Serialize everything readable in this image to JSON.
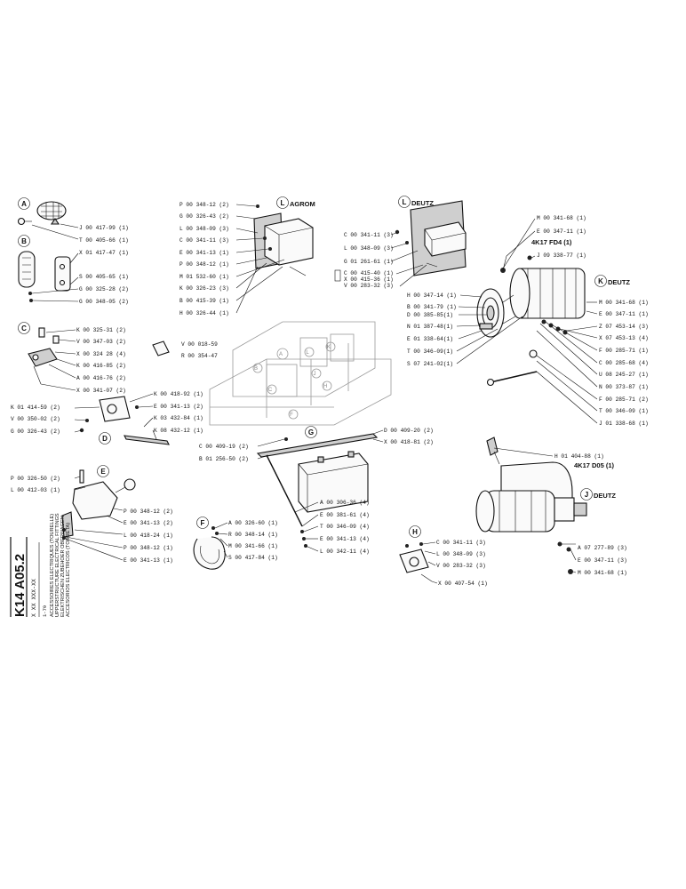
{
  "callout_letters": [
    "A",
    "B",
    "C",
    "D",
    "E",
    "F",
    "G",
    "H",
    "J",
    "K",
    "L",
    "L"
  ],
  "brand_labels": [
    "AGROM",
    "DEUTZ",
    "DEUTZ",
    "DEUTZ"
  ],
  "model_labels": [
    "4K17 FD4 (1)",
    "4K17 D05 (1)"
  ],
  "parts": {
    "A": [
      "J 00 417-99 (1)",
      "T 00 405-66 (1)"
    ],
    "B": [
      "X 01 417-47 (1)",
      "S 00 405-65 (1)",
      "G 00 325-28 (2)",
      "G 00 348-05 (2)"
    ],
    "C": [
      "K 00 325-31 (2)",
      "V 00 347-03 (2)",
      "X 00 324 28 (4)",
      "K 00 416-85 (2)",
      "A 00 416-76 (2)",
      "X 00 341-07 (2)"
    ],
    "D": [
      "K 00 418-92 (1)",
      "K 01 414-59 (2)",
      "V 00 350-02 (2)",
      "G 00 326-43 (2)",
      "E 00 341-13 (2)",
      "K 03 432-84 (1)",
      "K 08 432-12 (1)"
    ],
    "E": [
      "P 00 326-50 (2)",
      "L 00 412-03 (1)",
      "P 00 348-12 (2)",
      "E 00 341-13 (2)",
      "L 00 418-24 (1)",
      "P 00 348-12 (1)",
      "E 00 341-13 (1)"
    ],
    "F": [
      "A 00 326-60 (1)",
      "R 00 348-14 (1)",
      "M 00 341-66 (1)",
      "S 00 417-84 (1)"
    ],
    "G": [
      "C 00 409-19 (2)",
      "B 01 256-50 (2)",
      "D 00 409-20 (2)",
      "X 00 418-81 (2)",
      "A 00 306-36 (4)",
      "E 00 381-61 (4)",
      "T 00 346-09 (4)",
      "E 00 341-13 (4)",
      "L 00 342-11 (4)"
    ],
    "H": [
      "C 00 341-11 (3)",
      "L 00 348-09 (3)",
      "V 00 283-32 (3)",
      "X 00 407-54 (1)"
    ],
    "misc": [
      "V 00 018-59",
      "R 00 354-47"
    ],
    "L_agrom": [
      "P 00 348-12 (2)",
      "G 00 326-43 (2)",
      "L 00 348-09 (3)",
      "C 00 341-11 (3)",
      "E 00 341-13 (1)",
      "P 00 348-12 (1)",
      "M 01 532-60 (1)",
      "K 00 326-23 (3)",
      "B 00 415-39 (1)",
      "H 00 326-44 (1)"
    ],
    "L_deutz": [
      "C 00 341-11 (3)",
      "L 00 348-09 (3)",
      "G 01 261-61 (1)",
      "C 00 415-40 (1)",
      "X 00 415-36 (1)",
      "V 00 283-32 (3)"
    ],
    "alt_left": [
      "H 00 347-14 (1)",
      "B 00 341-79 (1)",
      "D 00 385-85(1)",
      "N 01 387-48(1)",
      "E 01 338-64(1)",
      "T 00 346-09(1)",
      "S 07 241-02(1)"
    ],
    "alt_top": [
      "M 00 341-68 (1)",
      "E 00 347-11 (1)",
      "J 09 338-77 (1)"
    ],
    "K_right": [
      "M 00 341-68 (1)",
      "E 00 347-11 (1)",
      "Z 07 453-14 (3)",
      "X 07 453-13 (4)",
      "F 00 285-71 (1)",
      "C 00 285-68 (4)",
      "U 08 245-27 (1)",
      "N 00 373-87 (1)",
      "F 00 285-71 (2)",
      "T 00 346-09 (1)",
      "J 01 338-68 (1)"
    ],
    "J_starter": [
      "H 01 404-88 (1)",
      "A 07 277-89 (3)",
      "E 00 347-11 (3)",
      "M 00 341-68 (1)"
    ]
  },
  "title_block": {
    "code": "K14 A05.2",
    "number": "X XX XXX-XX",
    "date": "1-79",
    "lines": [
      "ACCESSOIRES ELECTRIQUES (TOURELLE)",
      "UPPERSTRUCTURE ELECTRICAL FITTINGS",
      "ELEKTRISCHEN ZUBEHOER OBERWAGEN",
      "ACCESORIOS ELECTRICOS (TORRETA)"
    ]
  }
}
